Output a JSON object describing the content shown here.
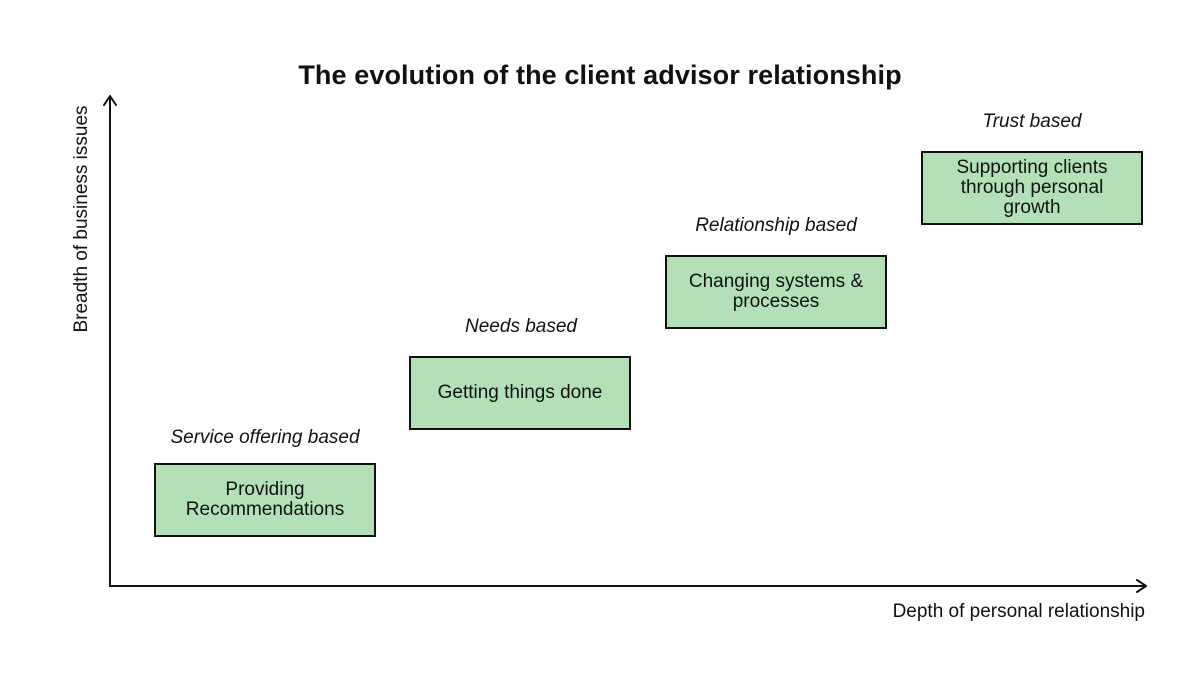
{
  "title": "The evolution of the client advisor relationship",
  "axes": {
    "y_label": "Breadth of business issues",
    "x_label": "Depth of personal relationship"
  },
  "stages": [
    {
      "label": "Service offering based",
      "box": "Providing Recommendations"
    },
    {
      "label": "Needs based",
      "box": "Getting things done"
    },
    {
      "label": "Relationship based",
      "box": "Changing systems & processes"
    },
    {
      "label": "Trust based",
      "box": "Supporting clients through personal growth"
    }
  ],
  "colors": {
    "box_fill": "#b3e0b6",
    "box_border": "#111111",
    "axis": "#111111",
    "text": "#111111"
  }
}
